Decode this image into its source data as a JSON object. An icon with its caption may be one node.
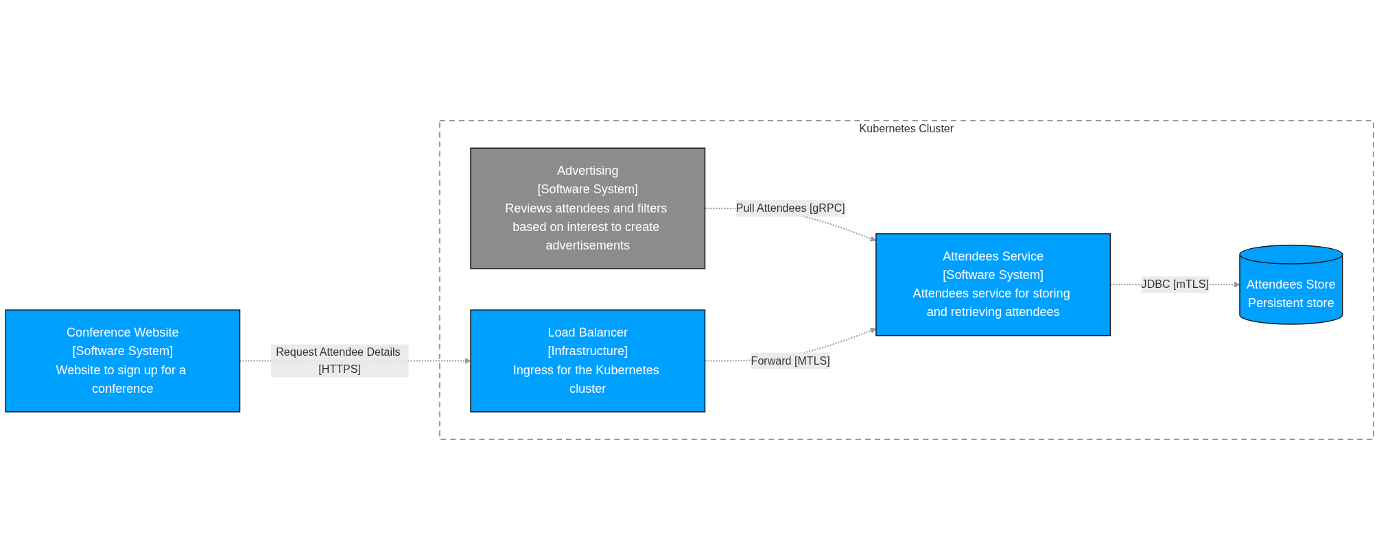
{
  "diagram": {
    "nodes": [
      {
        "text": [
          "Conference Website",
          "[Software System]",
          "Website to sign up for a conference"
        ]
      },
      {
        "text": [
          "Kubernetes Cluster"
        ]
      },
      {
        "text": [
          "Advertising",
          "[Software System]",
          "Reviews attendees and filters based on interest to create advertisements"
        ],
        "in": 1
      },
      {
        "text": [
          "Load Balancer",
          "[Infrastructure]",
          "Ingress for the Kubernetes cluster"
        ],
        "in": 1
      },
      {
        "text": [
          "Attendees Service",
          "[Software System]",
          "Attendees service for storing and retrieving attendees"
        ],
        "in": 1
      },
      {
        "text": [
          "Attendees Store",
          "Persistent store"
        ],
        "in": 1
      }
    ],
    "edges": [
      {
        "from": 0,
        "to": 3,
        "arrow": "to",
        "label": "Request Attendee Details [HTTPS]",
        "style": "dashed"
      },
      {
        "from": 2,
        "to": 4,
        "arrow": "to",
        "label": "Pull Attendees [gRPC]",
        "style": "dashed"
      },
      {
        "from": 3,
        "to": 4,
        "arrow": "to",
        "label": "Forward [MTLS]",
        "style": "dashed"
      },
      {
        "from": 4,
        "to": 5,
        "arrow": "to",
        "label": "JDBC [mTLS]",
        "style": "dashed"
      }
    ]
  }
}
